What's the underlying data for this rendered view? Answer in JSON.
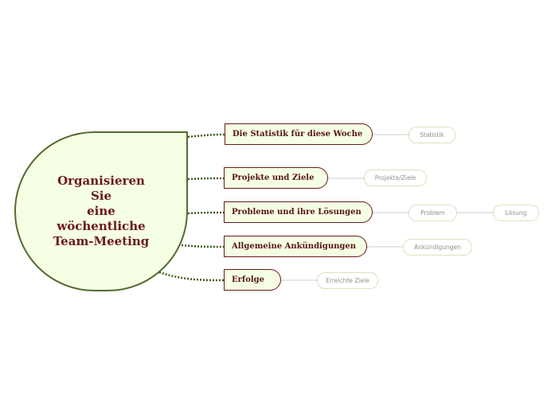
{
  "root": {
    "label": "Organisieren Sie\neine\nwöchentliche\nTeam-Meeting"
  },
  "topics": [
    {
      "label": "Die Statistik für diese Woche",
      "leaves": [
        "Statistik"
      ]
    },
    {
      "label": "Projekte und Ziele",
      "leaves": [
        "Projekte/Ziele"
      ]
    },
    {
      "label": "Probleme und ihre Lösungen",
      "leaves": [
        "Problem",
        "Lösung"
      ]
    },
    {
      "label": "Allgemeine Ankündigungen",
      "leaves": [
        "Ankündigungen"
      ]
    },
    {
      "label": "Erfolge",
      "leaves": [
        "Erreichte Ziele"
      ]
    }
  ],
  "colors": {
    "node_fill": "#f4ffe4",
    "root_border": "#556b2f",
    "topic_border": "#6b1a1a",
    "text": "#6b1a1a",
    "connector_main": "#3f5a1d",
    "connector_leaf": "#9a9a9a",
    "leaf_border": "#d6e6bd"
  }
}
